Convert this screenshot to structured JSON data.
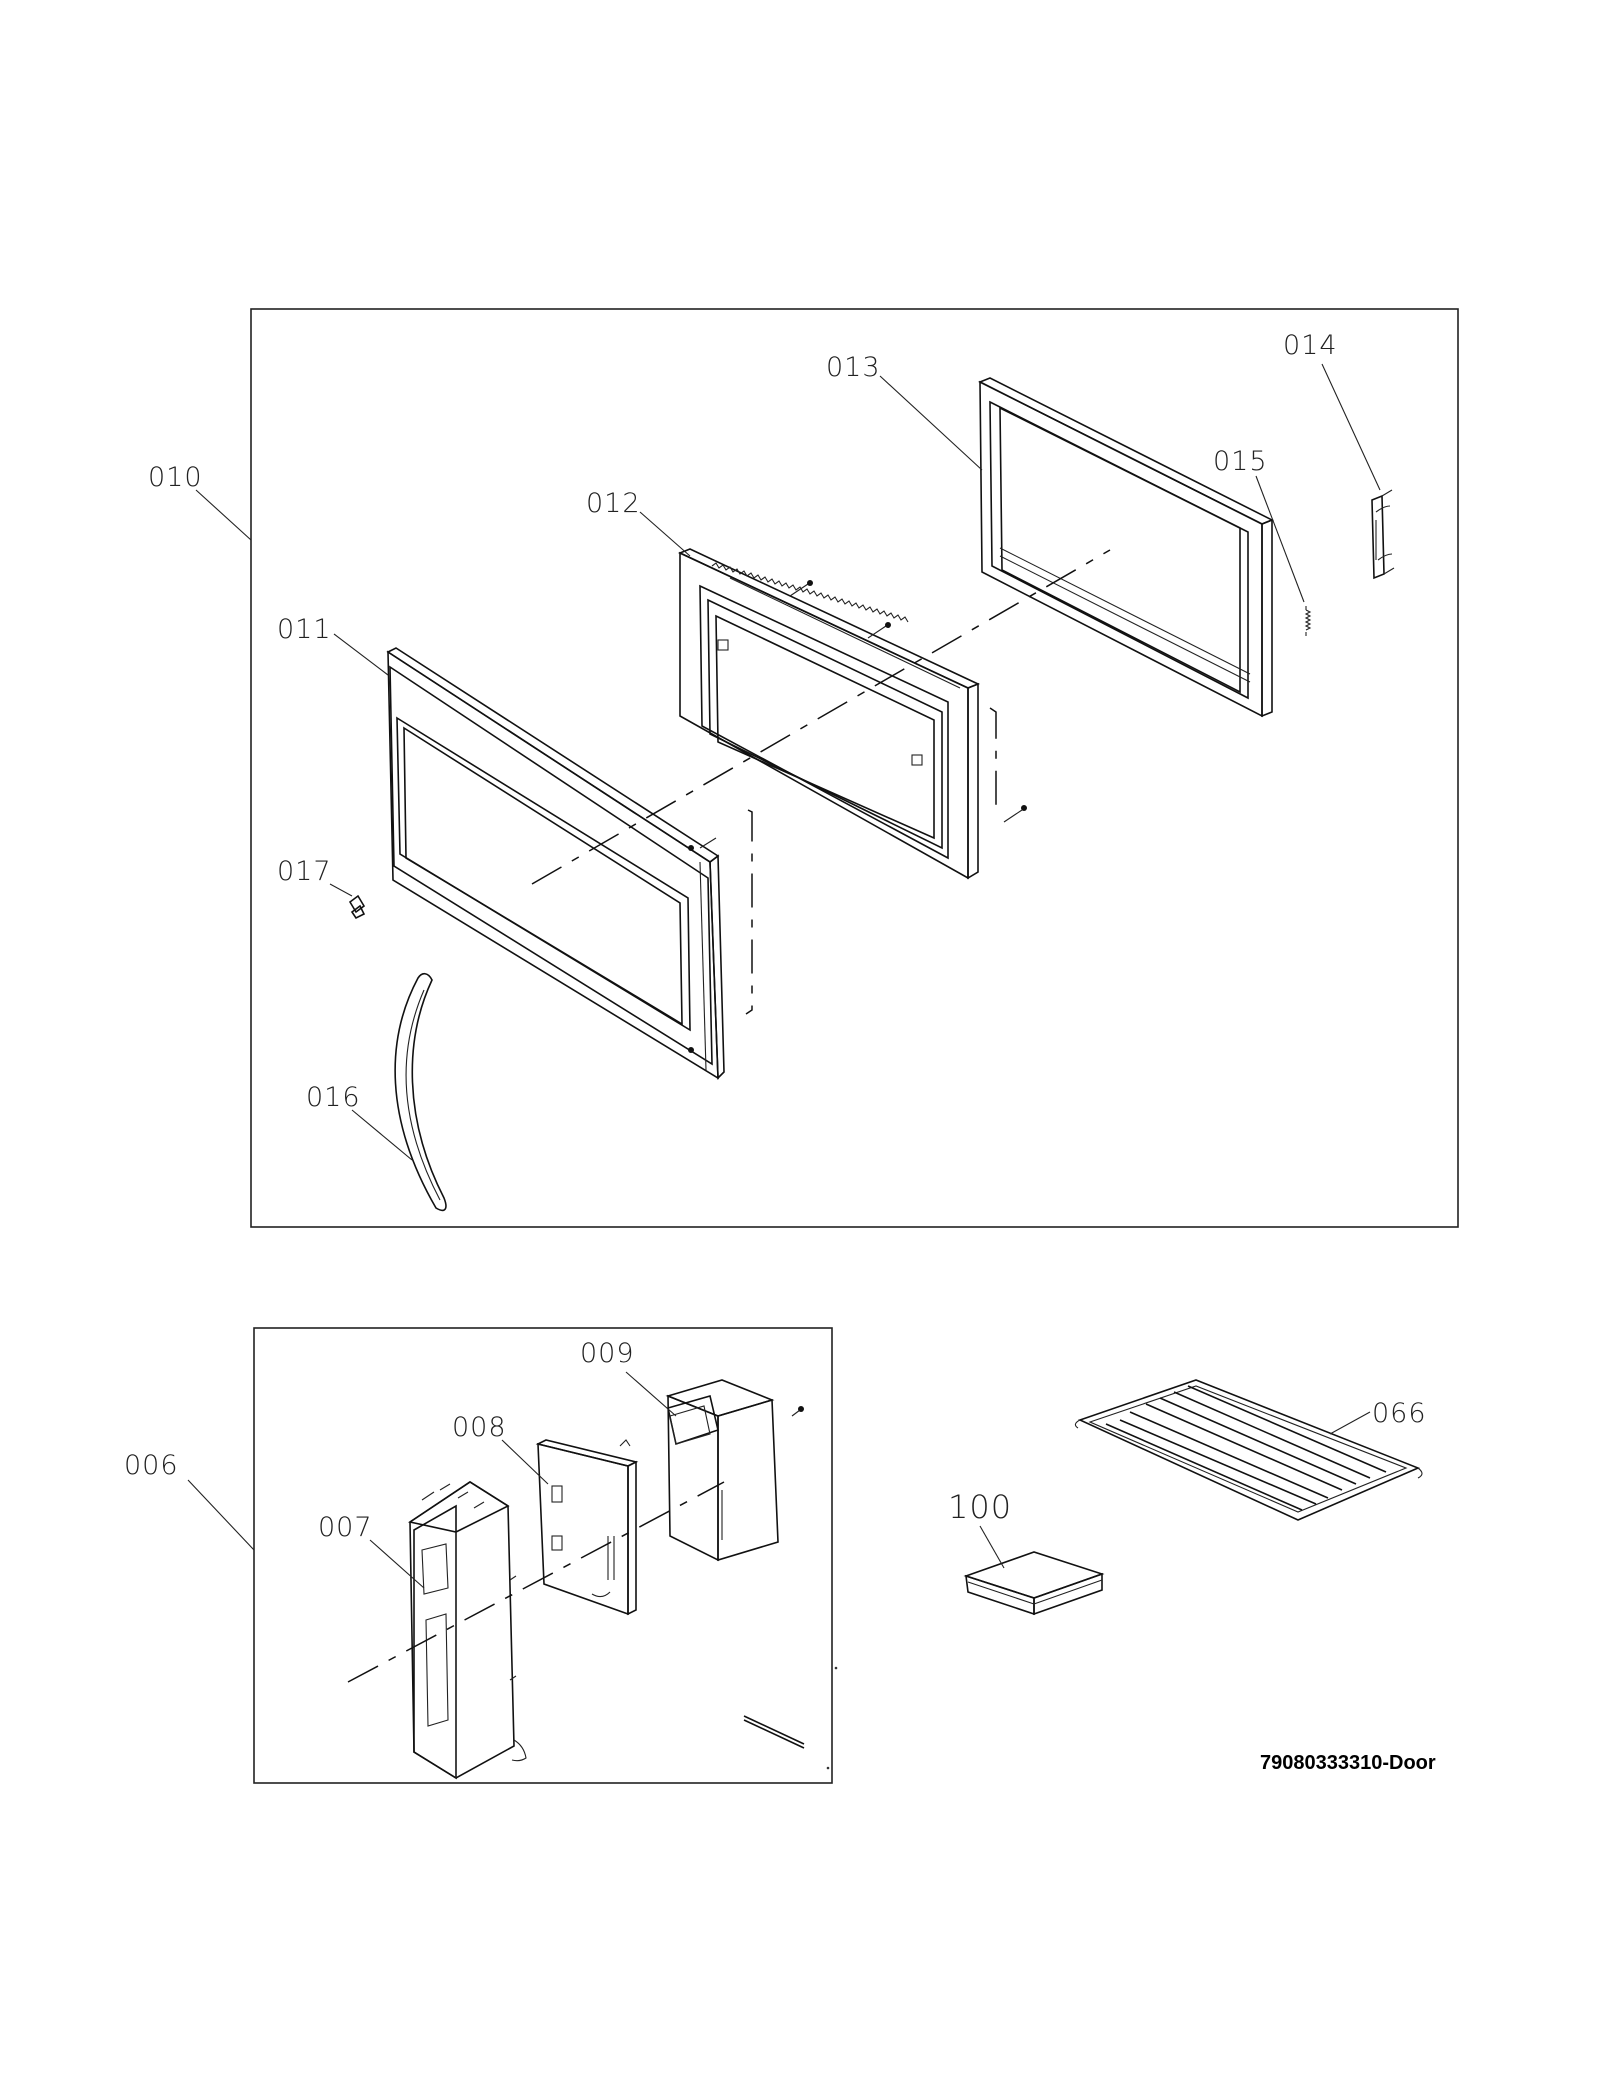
{
  "callouts": {
    "p010": "010",
    "p011": "011",
    "p012": "012",
    "p013": "013",
    "p014": "014",
    "p015": "015",
    "p016": "016",
    "p017": "017",
    "p006": "006",
    "p007": "007",
    "p008": "008",
    "p009": "009",
    "p066": "066",
    "p100": "100"
  },
  "document_id": "79080333310-Door",
  "colors": {
    "line": "#111111",
    "background": "#ffffff"
  }
}
